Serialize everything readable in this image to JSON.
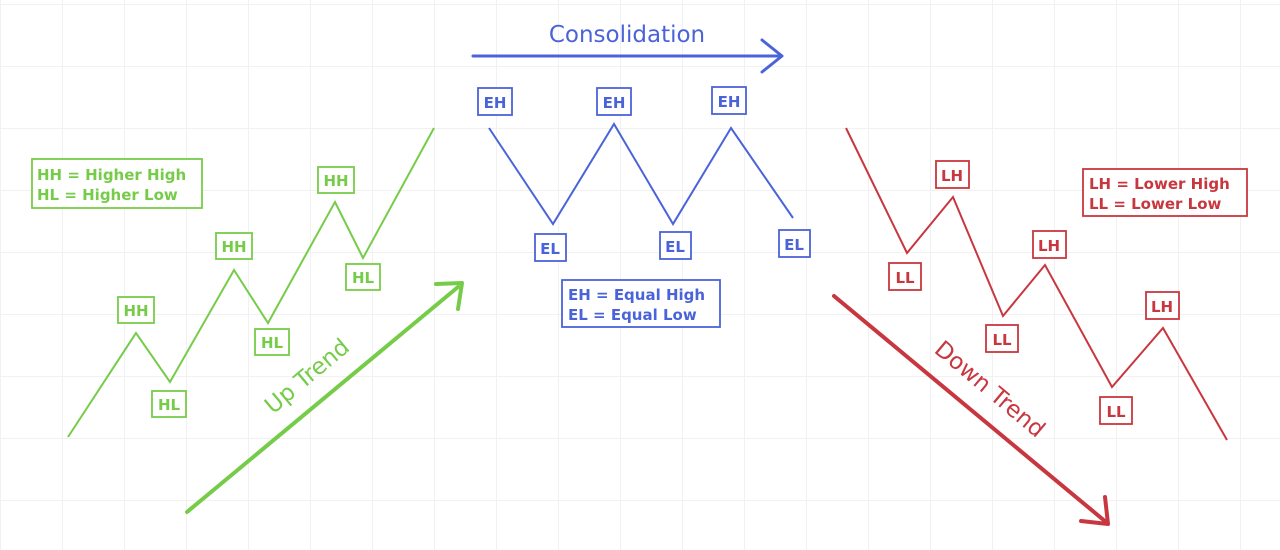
{
  "colors": {
    "uptrend": "#76cc49",
    "consolidation": "#4b63d8",
    "downtrend": "#c8373f"
  },
  "uptrend": {
    "legend_line1": "HH = Higher High",
    "legend_line2": "HL = Higher Low",
    "arrow_label": "Up Trend",
    "high_label": "HH",
    "low_label": "HL"
  },
  "consolidation": {
    "title": "Consolidation",
    "legend_line1": "EH = Equal High",
    "legend_line2": "EL = Equal Low",
    "high_label": "EH",
    "low_label": "EL"
  },
  "downtrend": {
    "legend_line1": "LH = Lower High",
    "legend_line2": "LL = Lower Low",
    "arrow_label": "Down Trend",
    "high_label": "LH",
    "low_label": "LL"
  }
}
